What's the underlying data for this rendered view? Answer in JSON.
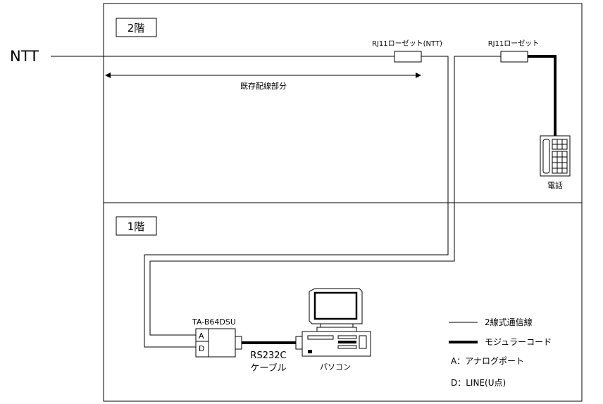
{
  "floor2": {
    "label": "2階"
  },
  "floor1": {
    "label": "1階"
  },
  "ntt_label": "NTT",
  "rosette_ntt_label": "RJ11ローゼット(NTT)",
  "rosette_label": "RJ11ローゼット",
  "existing_wiring_label": "既存配線部分",
  "phone_label": "電話",
  "ta": {
    "name": "TA-B64DSU",
    "port_a": "A",
    "port_d": "D"
  },
  "cable": {
    "line1": "RS232C",
    "line2": "ケーブル"
  },
  "pc_label": "パソコン",
  "legend": {
    "thin_line": "2線式通信線",
    "thick_line": "モジュラーコード",
    "port_a": "A：アナログポート",
    "port_d": "D：LINE(U点)"
  }
}
